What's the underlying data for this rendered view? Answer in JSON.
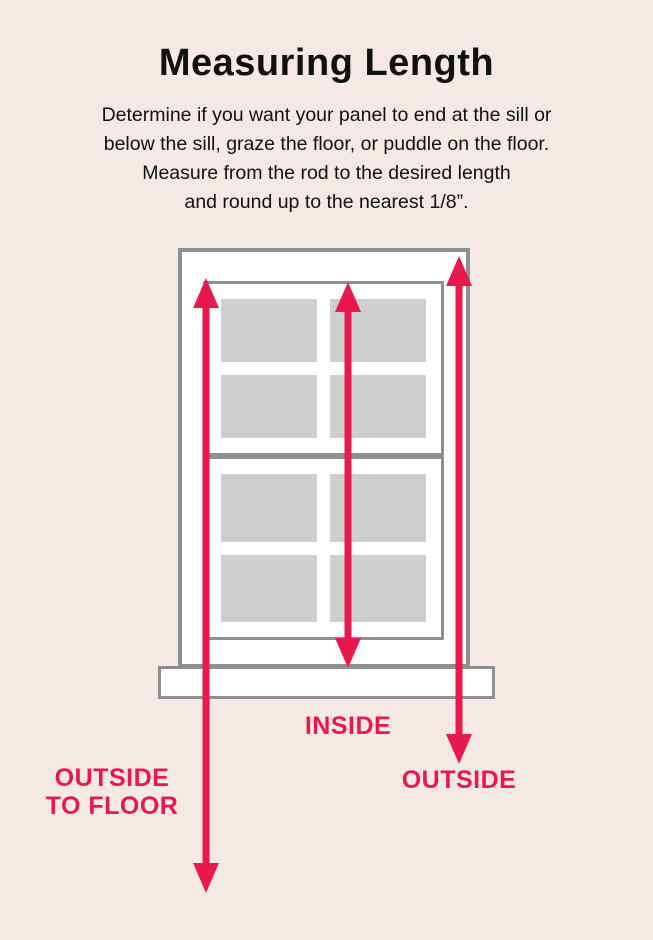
{
  "title": "Measuring Length",
  "description": [
    "Determine if you want your panel to end at the sill or",
    "below the sill, graze the floor, or puddle on the floor.",
    "Measure from the rod to the desired length",
    "and round up to the nearest 1/8”."
  ],
  "labels": {
    "inside": "INSIDE",
    "outside": "OUTSIDE",
    "outside_to_floor_line1": "OUTSIDE",
    "outside_to_floor_line2": "TO FLOOR"
  },
  "colors": {
    "accent": "#e81a4d",
    "background": "#f4e9e4",
    "frame-border": "#8f8f8f",
    "pane": "#cfcfcf",
    "text": "#111111"
  }
}
